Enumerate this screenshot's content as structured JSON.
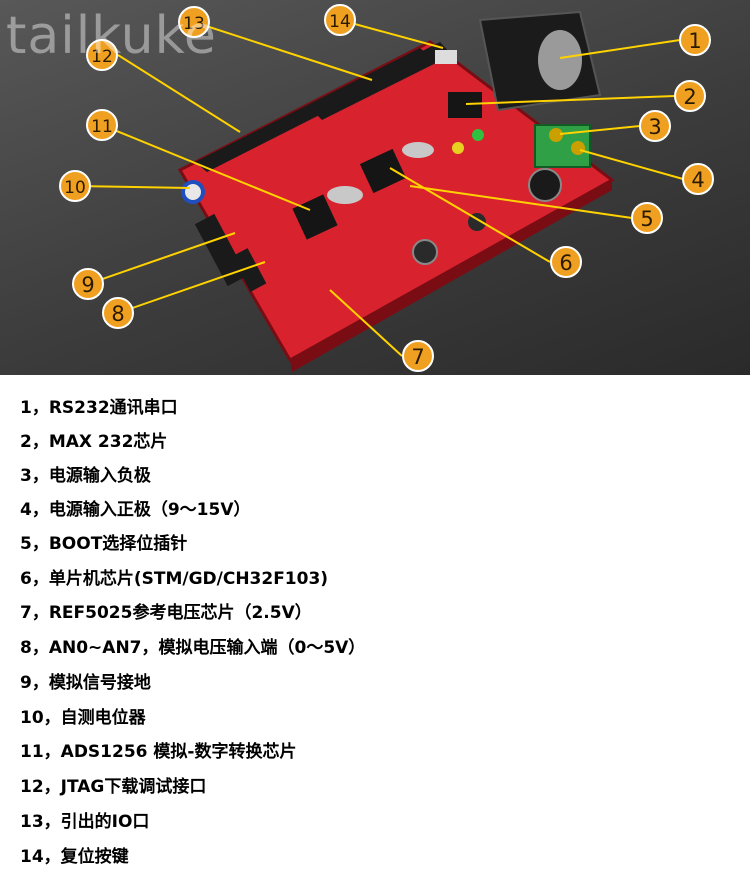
{
  "watermark": "tailkuke",
  "colors": {
    "badge": "#f0a020",
    "board": "#d8232e",
    "badge_ring": "#ffffff"
  },
  "callouts": [
    "1",
    "2",
    "3",
    "4",
    "5",
    "6",
    "7",
    "8",
    "9",
    "10",
    "11",
    "12",
    "13",
    "14"
  ],
  "legend": [
    "1，RS232通讯串口",
    "2，MAX 232芯片",
    "3，电源输入负极",
    "4，电源输入正极（9～15V）",
    "5，BOOT选择位插针",
    "6，单片机芯片(STM/GD/CH32F103)",
    "7，REF5025参考电压芯片（2.5V）",
    "8，AN0~AN7，模拟电压输入端（0～5V）",
    "9，模拟信号接地",
    "10，自测电位器",
    "11，ADS1256 模拟-数字转换芯片",
    "12，JTAG下载调试接口",
    "13，引出的IO口",
    "14，复位按键"
  ]
}
